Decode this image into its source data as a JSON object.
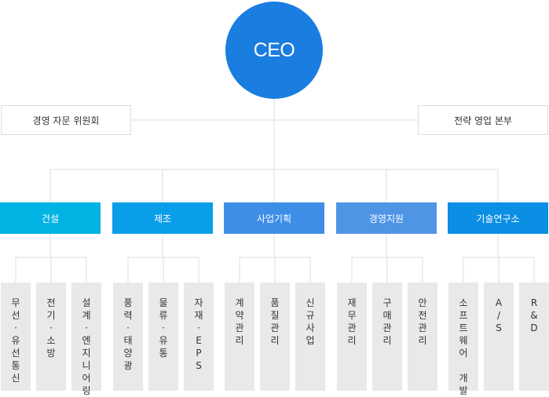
{
  "ceo": {
    "label": "CEO",
    "color": "#1a7de0"
  },
  "advisory": {
    "left_label": "경영 자문 위원회",
    "right_label": "전략 영업 본부"
  },
  "departments": [
    {
      "name": "건설",
      "color": "#00b3e3",
      "subunits": [
        {
          "chars": [
            "무",
            "선",
            "·",
            "유",
            "선",
            "통",
            "신"
          ]
        },
        {
          "chars": [
            "전",
            "기",
            "·",
            "소",
            "방"
          ]
        },
        {
          "chars": [
            "설",
            "계",
            "·",
            "엔",
            "지",
            "니",
            "어",
            "링"
          ]
        }
      ]
    },
    {
      "name": "제조",
      "color": "#0a9de8",
      "subunits": [
        {
          "chars": [
            "풍",
            "력",
            "·",
            "태",
            "양",
            "광"
          ]
        },
        {
          "chars": [
            "물",
            "류",
            "·",
            "유",
            "통"
          ]
        },
        {
          "chars": [
            "자",
            "재",
            "·",
            "E",
            "P",
            "S"
          ]
        }
      ]
    },
    {
      "name": "사업기획",
      "color": "#3e8ee8",
      "subunits": [
        {
          "chars": [
            "계",
            "약",
            "관",
            "리"
          ]
        },
        {
          "chars": [
            "품",
            "질",
            "관",
            "리"
          ]
        },
        {
          "chars": [
            "신",
            "규",
            "사",
            "업"
          ]
        }
      ]
    },
    {
      "name": "경영지원",
      "color": "#4f95e6",
      "subunits": [
        {
          "chars": [
            "재",
            "무",
            "관",
            "리"
          ]
        },
        {
          "chars": [
            "구",
            "매",
            "관",
            "리"
          ]
        },
        {
          "chars": [
            "안",
            "전",
            "관",
            "리"
          ]
        }
      ]
    },
    {
      "name": "기술연구소",
      "color": "#0b8fe4",
      "subunits": [
        {
          "chars": [
            "소",
            "프",
            "트",
            "웨",
            "어",
            " ",
            "개",
            "발"
          ]
        },
        {
          "chars": [
            "A",
            "/",
            "S"
          ]
        },
        {
          "chars": [
            "R",
            "&",
            "D"
          ]
        }
      ]
    }
  ]
}
